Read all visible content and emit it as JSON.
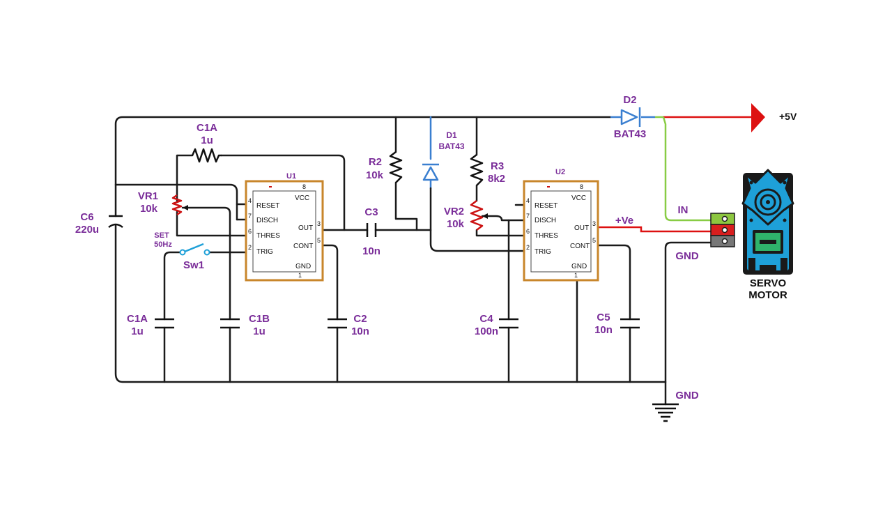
{
  "colors": {
    "wire": "#1a1a1a",
    "ic_border": "#c8862b",
    "resistor": "#cc1111",
    "diode": "#3a7fd0",
    "label": "#7a2d99",
    "red_wire": "#dd1111",
    "green_wire": "#88cc44",
    "servo_body": "#1ea0d8"
  },
  "labels": {
    "c1a_top_name": "C1A",
    "c1a_top_value": "1u",
    "r2_name": "R2",
    "r2_value": "10k",
    "d1_name": "D1",
    "d1_value": "BAT43",
    "r3_name": "R3",
    "r3_value": "8k2",
    "d2_name": "D2",
    "d2_value": "BAT43",
    "supply": "+5V",
    "vr1_name": "VR1",
    "vr1_value": "10k",
    "c6_name": "C6",
    "c6_value": "220u",
    "set_line1": "SET",
    "set_line2": "50Hz",
    "sw1": "Sw1",
    "c3_name": "C3",
    "c3_value": "10n",
    "vr2_name": "VR2",
    "vr2_value": "10k",
    "pos_ve": "+Ve",
    "in_label": "IN",
    "gnd_servo": "GND",
    "servo_line1": "SERVO",
    "servo_line2": "MOTOR",
    "c1a_bot_name": "C1A",
    "c1a_bot_value": "1u",
    "c1b_name": "C1B",
    "c1b_value": "1u",
    "c2_name": "C2",
    "c2_value": "10n",
    "c4_name": "C4",
    "c4_value": "100n",
    "c5_name": "C5",
    "c5_value": "10n",
    "gnd_symbol": "GND"
  },
  "ics": [
    {
      "name": "U1",
      "pins": {
        "reset": "RESET",
        "disch": "DISCH",
        "thres": "THRES",
        "trig": "TRIG",
        "vcc": "VCC",
        "out": "OUT",
        "cont": "CONT",
        "gnd": "GND"
      },
      "pin_numbers": {
        "p4": "4",
        "p7": "7",
        "p6": "6",
        "p2": "2",
        "p8": "8",
        "p3": "3",
        "p5": "5",
        "p1": "1"
      }
    },
    {
      "name": "U2",
      "pins": {
        "reset": "RESET",
        "disch": "DISCH",
        "thres": "THRES",
        "trig": "TRIG",
        "vcc": "VCC",
        "out": "OUT",
        "cont": "CONT",
        "gnd": "GND"
      },
      "pin_numbers": {
        "p4": "4",
        "p7": "7",
        "p6": "6",
        "p2": "2",
        "p8": "8",
        "p3": "3",
        "p5": "5",
        "p1": "1"
      }
    }
  ]
}
